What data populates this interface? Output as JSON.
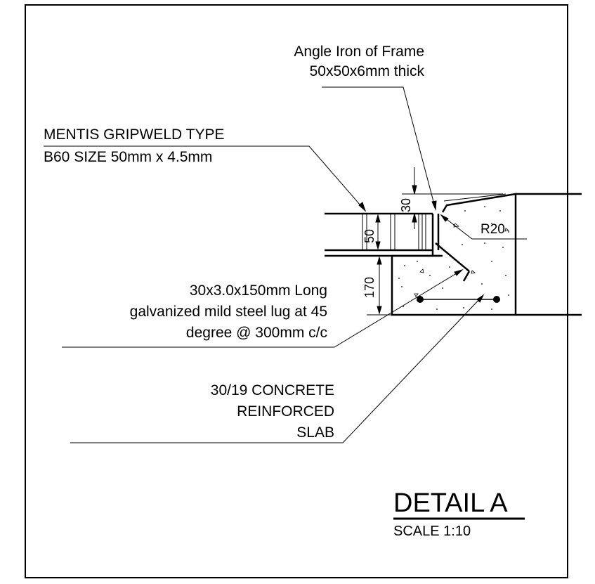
{
  "labels": {
    "angle_iron_line1": "Angle Iron of Frame",
    "angle_iron_line2": "50x50x6mm thick",
    "gripweld_line1": "MENTIS GRIPWELD TYPE",
    "gripweld_line2": "B60 SIZE 50mm x 4.5mm",
    "lug_line1": "30x3.0x150mm Long",
    "lug_line2": "galvanized mild steel lug at 45",
    "lug_line3": "degree @ 300mm c/c",
    "slab_line1": "30/19 CONCRETE",
    "slab_line2": "REINFORCED",
    "slab_line3": "SLAB"
  },
  "dimensions": {
    "dim_30": "30",
    "dim_50": "50",
    "dim_170": "170",
    "radius": "R20"
  },
  "title": {
    "heading": "DETAIL A",
    "scale": "SCALE 1:10"
  }
}
